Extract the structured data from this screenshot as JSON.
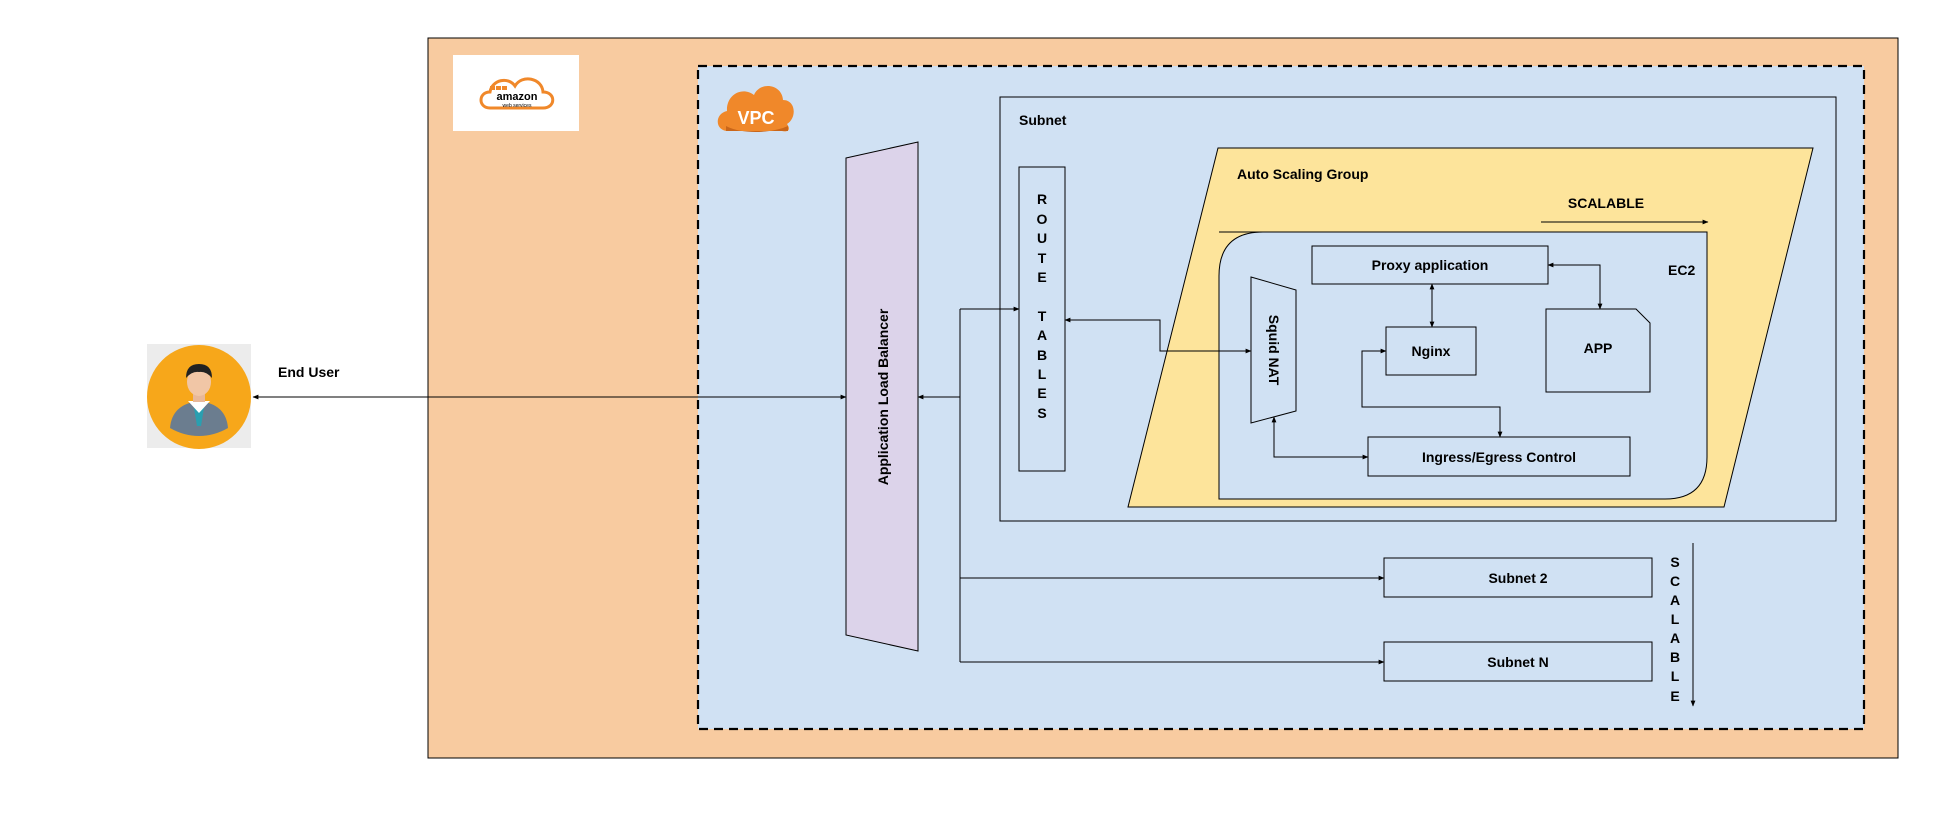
{
  "colors": {
    "aws_cloud_fill": "#f8cba0",
    "vpc_fill": "#d0e1f3",
    "asg_fill": "#fde49b",
    "alb_fill": "#dcd3ea",
    "vpc_badge": "#f0882a",
    "user_circle": "#f7a71a"
  },
  "icons": {
    "aws_logo": "amazon-web-services-logo",
    "vpc_badge": "vpc-cloud-icon",
    "user": "end-user-avatar-icon"
  },
  "aws_logo": {
    "word": "amazon",
    "sub": "web services"
  },
  "vpc_badge_text": "VPC",
  "end_user": {
    "label": "End User"
  },
  "alb": {
    "label": "Application Load Balancer"
  },
  "route_tables": {
    "letters": [
      "R",
      "O",
      "U",
      "T",
      "E",
      "",
      "T",
      "A",
      "B",
      "L",
      "E",
      "S"
    ]
  },
  "subnet": {
    "label": "Subnet"
  },
  "asg": {
    "label": "Auto Scaling Group",
    "scalable_label": "SCALABLE"
  },
  "ec2": {
    "label": "EC2"
  },
  "proxy_application": {
    "label": "Proxy application"
  },
  "nginx": {
    "label": "Nginx"
  },
  "app": {
    "label": "APP"
  },
  "squid_nat": {
    "label": "Squid NAT"
  },
  "ingress_egress": {
    "label": "Ingress/Egress Control"
  },
  "subnet_2": {
    "label": "Subnet 2"
  },
  "subnet_n": {
    "label": "Subnet N"
  },
  "vertical_scalable": {
    "letters": [
      "S",
      "C",
      "A",
      "L",
      "A",
      "B",
      "L",
      "E"
    ]
  }
}
